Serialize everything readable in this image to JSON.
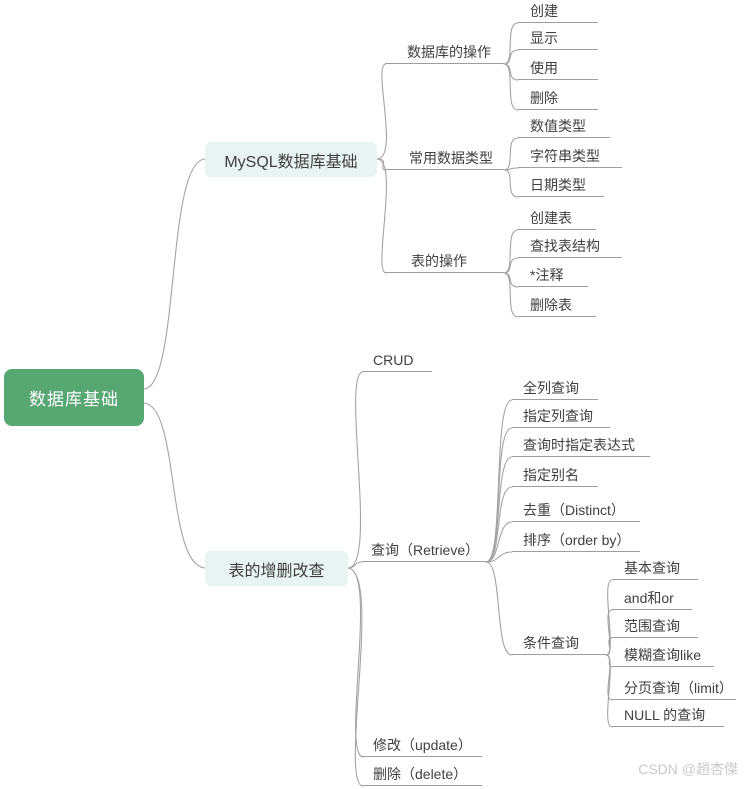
{
  "watermark": "CSDN @趙杏傑",
  "colors": {
    "root_bg": "#57a773",
    "root_text": "#ffffff",
    "branch_bg": "#e8f4f1",
    "node_text": "#404040",
    "connector_line": "#a3a3a3",
    "watermark_text": "#c9c9c9"
  },
  "mindmap": {
    "root": {
      "label": "数据库基础"
    },
    "branches": [
      {
        "label": "MySQL数据库基础",
        "children": [
          {
            "label": "数据库的操作",
            "children": [
              {
                "label": "创建"
              },
              {
                "label": "显示"
              },
              {
                "label": "使用"
              },
              {
                "label": "删除"
              }
            ]
          },
          {
            "label": "常用数据类型",
            "children": [
              {
                "label": "数值类型"
              },
              {
                "label": "字符串类型"
              },
              {
                "label": "日期类型"
              }
            ]
          },
          {
            "label": "表的操作",
            "children": [
              {
                "label": "创建表"
              },
              {
                "label": "查找表结构"
              },
              {
                "label": "*注释"
              },
              {
                "label": "删除表"
              }
            ]
          }
        ]
      },
      {
        "label": "表的增删改查",
        "children": [
          {
            "label": "CRUD"
          },
          {
            "label": "查询（Retrieve）",
            "children": [
              {
                "label": "全列查询"
              },
              {
                "label": "指定列查询"
              },
              {
                "label": "查询时指定表达式"
              },
              {
                "label": "指定别名"
              },
              {
                "label": "去重（Distinct）"
              },
              {
                "label": "排序（order by）"
              },
              {
                "label": "条件查询",
                "children": [
                  {
                    "label": "基本查询"
                  },
                  {
                    "label": "and和or"
                  },
                  {
                    "label": "范围查询"
                  },
                  {
                    "label": "模糊查询like"
                  },
                  {
                    "label": "分页查询（limit）"
                  },
                  {
                    "label": "NULL 的查询"
                  }
                ]
              }
            ]
          },
          {
            "label": "修改（update）"
          },
          {
            "label": "删除（delete）"
          }
        ]
      }
    ]
  }
}
